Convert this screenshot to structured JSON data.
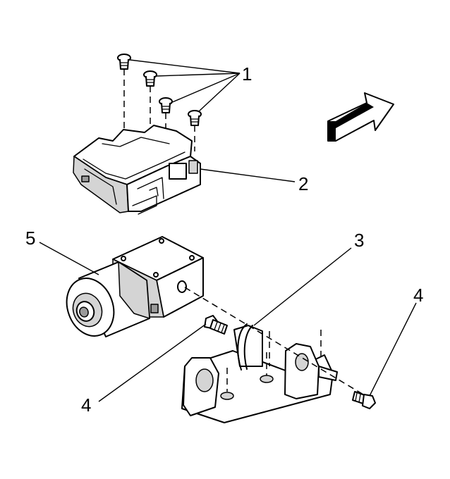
{
  "callouts": {
    "label_1": "1",
    "label_2": "2",
    "label_3": "3",
    "label_4_left": "4",
    "label_4_right": "4",
    "label_5": "5"
  },
  "icons": {
    "arrow": "front-direction-arrow-icon"
  }
}
